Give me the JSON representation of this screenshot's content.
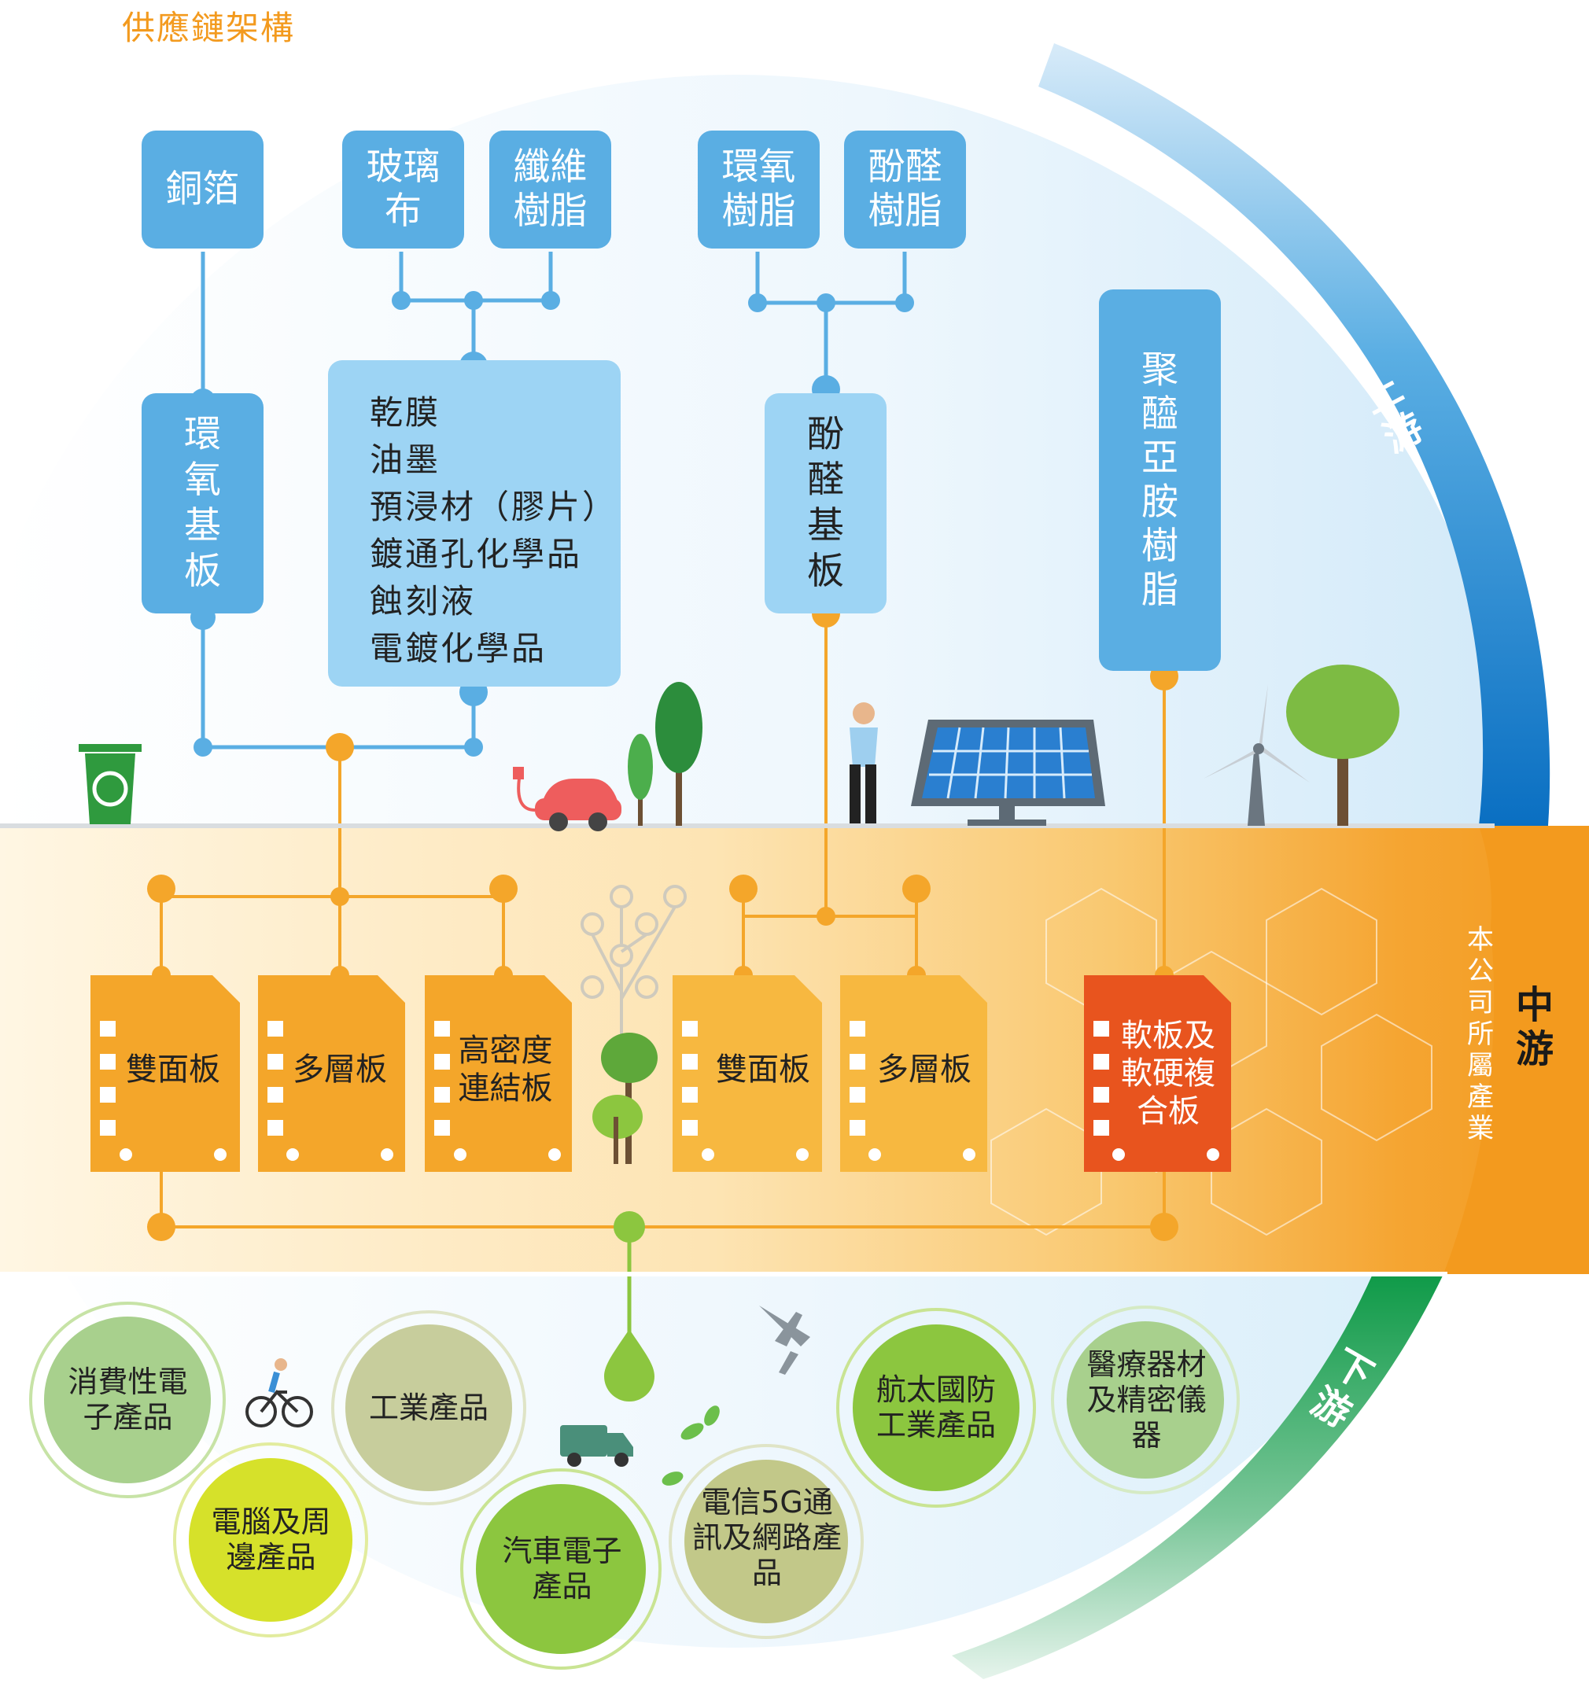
{
  "title": "供應鏈架構",
  "colors": {
    "upstream_blue": "#1e78c8",
    "box_blue": "#5aaee3",
    "box_light": "#9dd4f4",
    "orange": "#f39a1e",
    "chip_orange": "#f4a62a",
    "chip_red": "#e8541e",
    "green": "#8cc63f"
  },
  "upstream": {
    "raw_materials": [
      "銅箔",
      "玻璃布",
      "纖維樹脂",
      "環氧樹脂",
      "酚醛樹脂"
    ],
    "epoxy_substrate": "環氧基板",
    "chemicals": [
      "乾膜",
      "油墨",
      "預浸材（膠片）",
      "鍍通孔化學品",
      "蝕刻液",
      "電鍍化學品"
    ],
    "phenolic_substrate": "酚醛基板",
    "polyimide_resin": "聚醯亞胺樹脂"
  },
  "midstream": {
    "boards": [
      "雙面板",
      "多層板",
      "高密度連結板",
      "雙面板",
      "多層板"
    ],
    "company_board": "軟板及軟硬複合板",
    "company_industry_label": "本公司所屬產業"
  },
  "downstream": {
    "products": [
      "消費性電子產品",
      "電腦及周邊產品",
      "工業產品",
      "汽車電子產品",
      "電信5G通訊及網路產品",
      "航太國防工業產品",
      "醫療器材及精密儀器"
    ]
  },
  "stream_labels": {
    "up": "上游",
    "mid": "中游",
    "down": "下游"
  }
}
